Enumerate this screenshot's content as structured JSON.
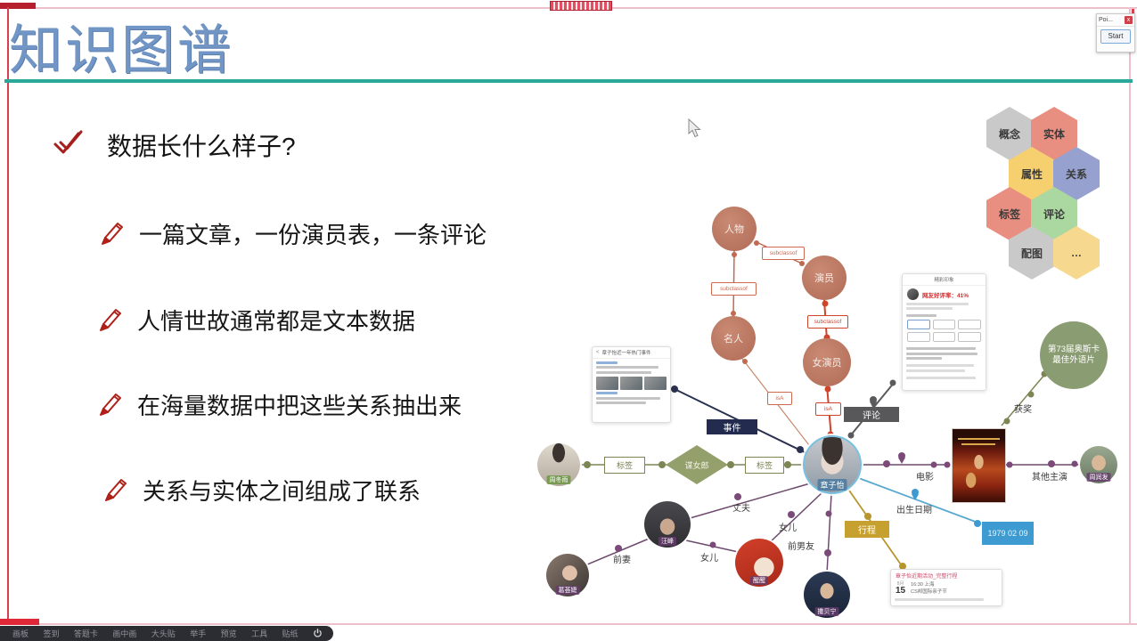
{
  "popup": {
    "title": "Poi...",
    "close": "x",
    "start_button": "Start"
  },
  "slide": {
    "title": "知识图谱",
    "question": "数据长什么样子?",
    "bullets": [
      "一篇文章，一份演员表，一条评论",
      "人情世故通常都是文本数据",
      "在海量数据中把这些关系抽出来",
      "关系与实体之间组成了联系"
    ]
  },
  "hexagons": [
    {
      "label": "概念",
      "color": "#c9c9c9"
    },
    {
      "label": "实体",
      "color": "#e88f82"
    },
    {
      "label": "属性",
      "color": "#f6cf6f"
    },
    {
      "label": "关系",
      "color": "#97a1cf"
    },
    {
      "label": "标签",
      "color": "#e88f82"
    },
    {
      "label": "评论",
      "color": "#abd7a0"
    },
    {
      "label": "配图",
      "color": "#c9c9c9"
    },
    {
      "label": "…",
      "color": "#f6d98e"
    }
  ],
  "graph": {
    "class_nodes": [
      "人物",
      "演员",
      "名人",
      "女演员"
    ],
    "edge_types": {
      "subclassof": "subclassof",
      "isa": "isA"
    },
    "badges": {
      "event": "事件",
      "comment": "评论",
      "schedule": "行程"
    },
    "tag_box": "标签",
    "diamond": "谋女郎",
    "relations": {
      "husband": "丈夫",
      "ex_wife": "前妻",
      "daughter": "女儿",
      "daughter2": "女儿",
      "ex_boyfriend": "前男友",
      "birth_date": "出生日期",
      "movie": "电影",
      "co_stars": "其他主演",
      "award": "获奖"
    },
    "people": {
      "zhangziyi": "章子怡",
      "zhoudongyu": "周冬雨",
      "wangfeng": "汪峰",
      "gehuijie": "葛荟婕",
      "xingxing": "醒醒",
      "sabeining": "撒贝宁",
      "zhourunfa": "周润发"
    },
    "award_node": "第73届奥斯卡最佳外语片",
    "birth_value": "1979 02 09",
    "news_card": {
      "back": "<",
      "title": "章子怡近一年热门事件"
    },
    "review_card": {
      "header": "精彩印象",
      "rating": "网友好评率：41%"
    },
    "itinerary_card": {
      "title": "章子怡近期活动_完整行程",
      "month": "8月",
      "day": "15",
      "line1": "16:30 上海",
      "line2": "CS邦国际亲子节"
    }
  },
  "taskbar": {
    "items": [
      "画板",
      "签到",
      "答题卡",
      "画中画",
      "大头贴",
      "举手",
      "预览",
      "工具",
      "贴纸"
    ]
  },
  "colors": {
    "title_blue": "#7195c5",
    "underline_teal": "#2aa89a",
    "border_red": "#d84050",
    "class_node": "#bd7260",
    "red_edge": "#d0442a",
    "olive": "#7c8554",
    "purple": "#6d4a6d",
    "gold": "#b8962e",
    "blue": "#3d9bd1",
    "navy_badge": "#232c4e"
  }
}
